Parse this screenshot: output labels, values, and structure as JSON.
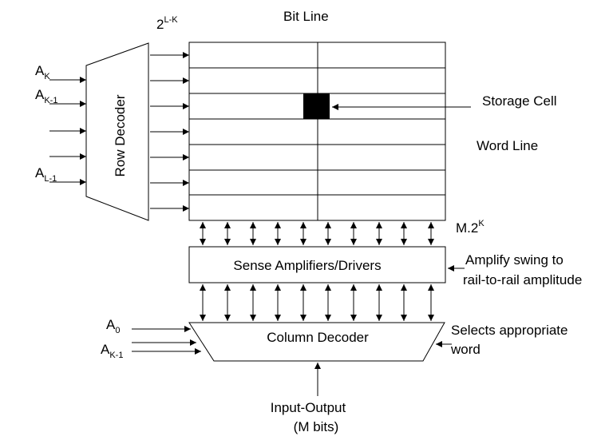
{
  "labels": {
    "bit_line": "Bit Line",
    "two_pow": "2",
    "two_pow_exp": "L-K",
    "storage_cell": "Storage Cell",
    "word_line": "Word Line",
    "row_decoder": "Row Decoder",
    "m2k": "M.2",
    "m2k_exp": "K",
    "sense_amp": "Sense Amplifiers/Drivers",
    "amplify_1": "Amplify swing to",
    "amplify_2": "rail-to-rail amplitude",
    "column_decoder": "Column Decoder",
    "selects_1": "Selects appropriate",
    "selects_2": "word",
    "io_1": "Input-Output",
    "io_2": "(M bits)"
  },
  "row_inputs": [
    {
      "main": "A",
      "sub": "K"
    },
    {
      "main": "A",
      "sub": "K-1"
    },
    {
      "main": "",
      "sub": ""
    },
    {
      "main": "",
      "sub": ""
    },
    {
      "main": "A",
      "sub": "L-1"
    }
  ],
  "col_inputs": [
    {
      "main": "A",
      "sub": "0"
    },
    {
      "main": "A",
      "sub": "K-1"
    }
  ],
  "colors": {
    "stroke": "#000000",
    "cell_fill": "#000000",
    "background": "#ffffff"
  }
}
